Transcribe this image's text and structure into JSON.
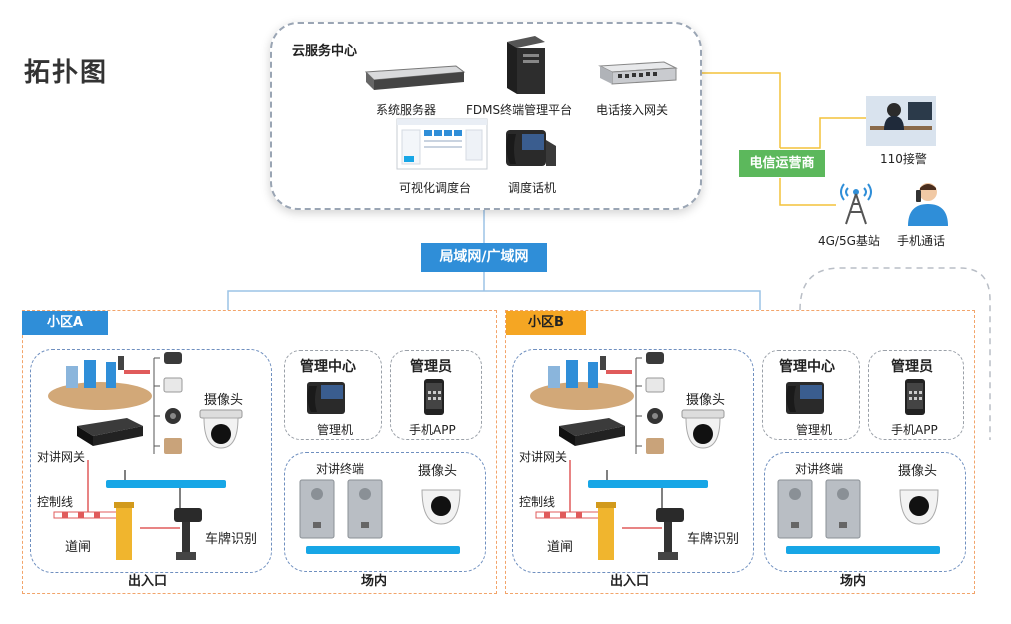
{
  "page_title": "拓扑图",
  "cloud": {
    "title": "云服务中心",
    "system_server": "系统服务器",
    "fdms": "FDMS终端管理平台",
    "gateway": "电话接入网关",
    "dispatch_console": "可视化调度台",
    "dispatch_phone": "调度话机"
  },
  "telecom": {
    "operator": "电信运营商",
    "alarm_110": "110接警",
    "base_station": "4G/5G基站",
    "mobile_call": "手机通话"
  },
  "network": {
    "label": "局域网/广域网"
  },
  "site_a": {
    "name": "小区A",
    "camera": "摄像头",
    "intercom_gateway": "对讲网关",
    "control_line": "控制线",
    "barrier": "道闸",
    "plate_recognition": "车牌识别",
    "entrance": "出入口",
    "mgmt_center": "管理中心",
    "mgmt_machine": "管理机",
    "admin": "管理员",
    "mobile_app": "手机APP",
    "intercom_terminal": "对讲终端",
    "camera2": "摄像头",
    "venue": "场内"
  },
  "site_b": {
    "name": "小区B",
    "camera": "摄像头",
    "intercom_gateway": "对讲网关",
    "control_line": "控制线",
    "barrier": "道闸",
    "plate_recognition": "车牌识别",
    "entrance": "出入口",
    "mgmt_center": "管理中心",
    "mgmt_machine": "管理机",
    "admin": "管理员",
    "mobile_app": "手机APP",
    "intercom_terminal": "对讲终端",
    "camera2": "摄像头",
    "venue": "场内"
  },
  "colors": {
    "badge_green": "#5cb85c",
    "badge_blue": "#2f8ed8",
    "badge_orange": "#f5a623",
    "bus": "#17a6e6"
  }
}
